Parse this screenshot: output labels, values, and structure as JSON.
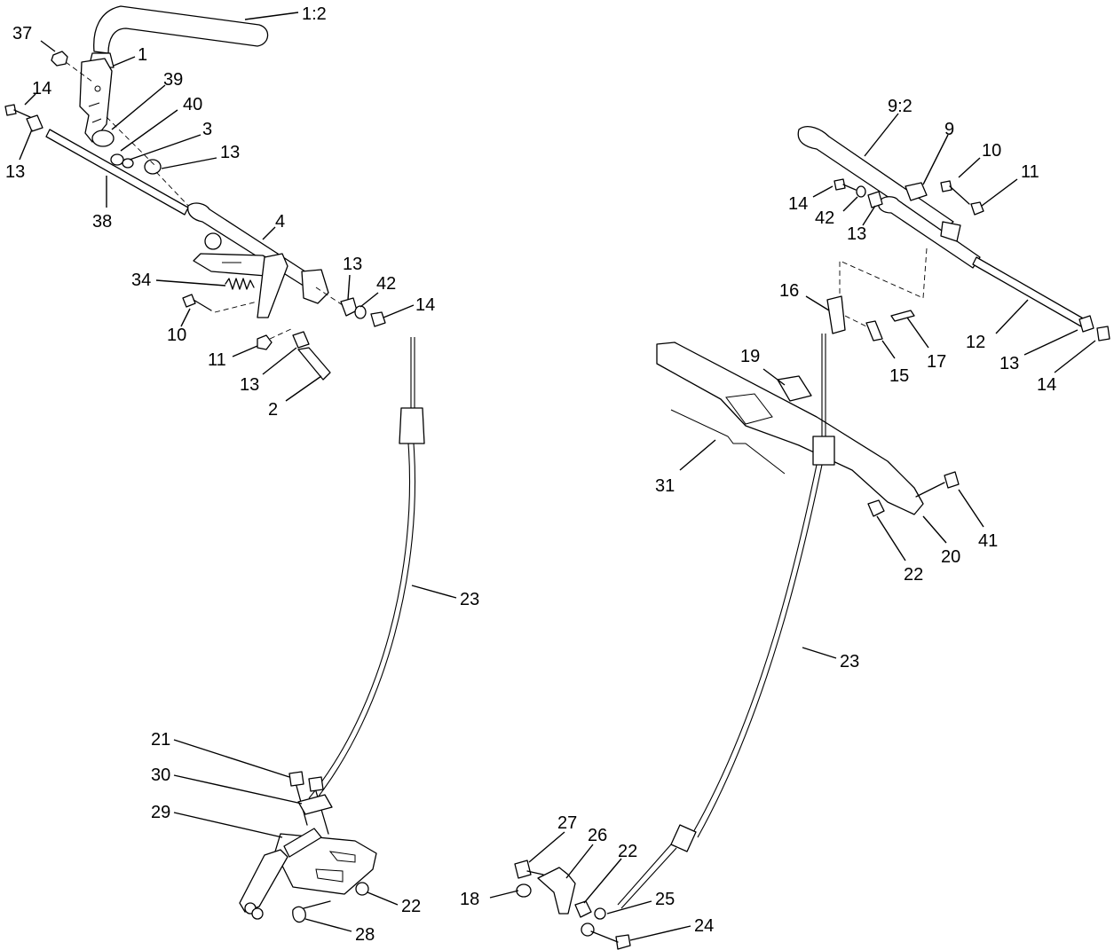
{
  "callouts": {
    "c_1_2": "1:2",
    "c_37": "37",
    "c_1": "1",
    "c_14a": "14",
    "c_39": "39",
    "c_40": "40",
    "c_3": "3",
    "c_13a": "13",
    "c_13b": "13",
    "c_38": "38",
    "c_4": "4",
    "c_34": "34",
    "c_13c": "13",
    "c_42a": "42",
    "c_14b": "14",
    "c_10a": "10",
    "c_11a": "11",
    "c_13d": "13",
    "c_2": "2",
    "c_9_2": "9:2",
    "c_9": "9",
    "c_10b": "10",
    "c_11b": "11",
    "c_14c": "14",
    "c_42b": "42",
    "c_13e": "13",
    "c_16": "16",
    "c_15": "15",
    "c_17": "17",
    "c_12": "12",
    "c_13f": "13",
    "c_14d": "14",
    "c_19": "19",
    "c_31": "31",
    "c_41": "41",
    "c_20": "20",
    "c_22a": "22",
    "c_23a": "23",
    "c_23b": "23",
    "c_21": "21",
    "c_30": "30",
    "c_29": "29",
    "c_22b": "22",
    "c_28": "28",
    "c_27": "27",
    "c_26": "26",
    "c_22c": "22",
    "c_18": "18",
    "c_25": "25",
    "c_24": "24"
  }
}
